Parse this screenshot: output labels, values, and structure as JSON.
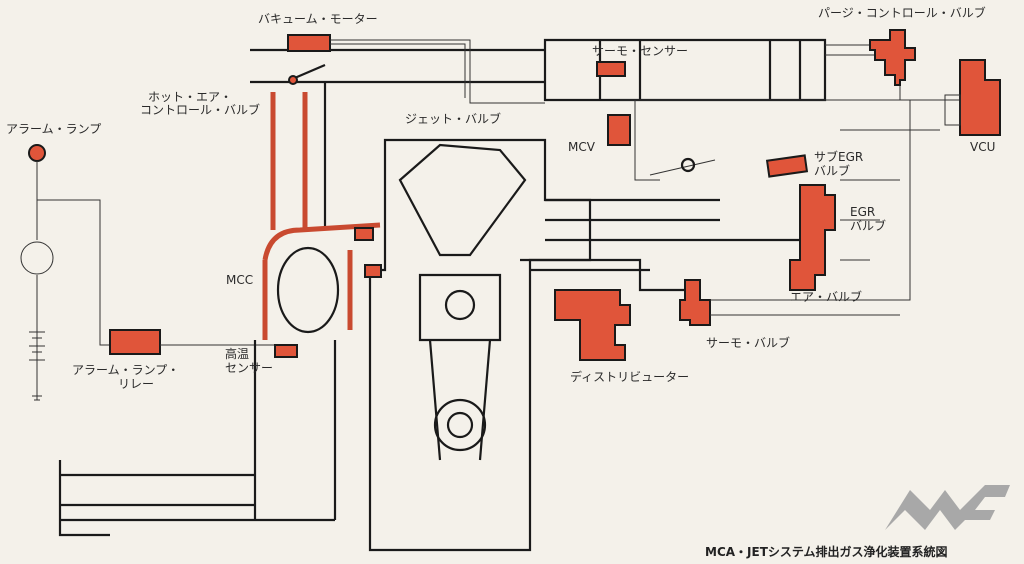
{
  "colors": {
    "component": "#e0553a",
    "line": "#1a1a1a",
    "paper": "#f4f1ea",
    "logo": "#a8a8a8"
  },
  "labels": {
    "vacuum_motor": "バキューム・モーター",
    "hot_air_valve_1": "ホット・エア・",
    "hot_air_valve_2": "コントロール・バルブ",
    "alarm_lamp": "アラーム・ランプ",
    "jet_valve": "ジェット・バルブ",
    "thermo_sensor": "サーモ・センサー",
    "purge_valve": "パージ・コントロール・バルブ",
    "vcu": "VCU",
    "mcv": "MCV",
    "sub_egr_1": "サブEGR",
    "sub_egr_2": "バルブ",
    "egr_1": "EGR",
    "egr_2": "バルブ",
    "air_valve": "エア・バルブ",
    "thermo_valve": "サーモ・バルブ",
    "distributor": "ディストリビューター",
    "mcc": "MCC",
    "temp_sensor_1": "高温",
    "temp_sensor_2": "センサー",
    "alarm_relay_1": "アラーム・ランプ・",
    "alarm_relay_2": "リレー"
  },
  "caption": "MCA・JETシステム排出ガス浄化装置系統図",
  "logo": "MF"
}
